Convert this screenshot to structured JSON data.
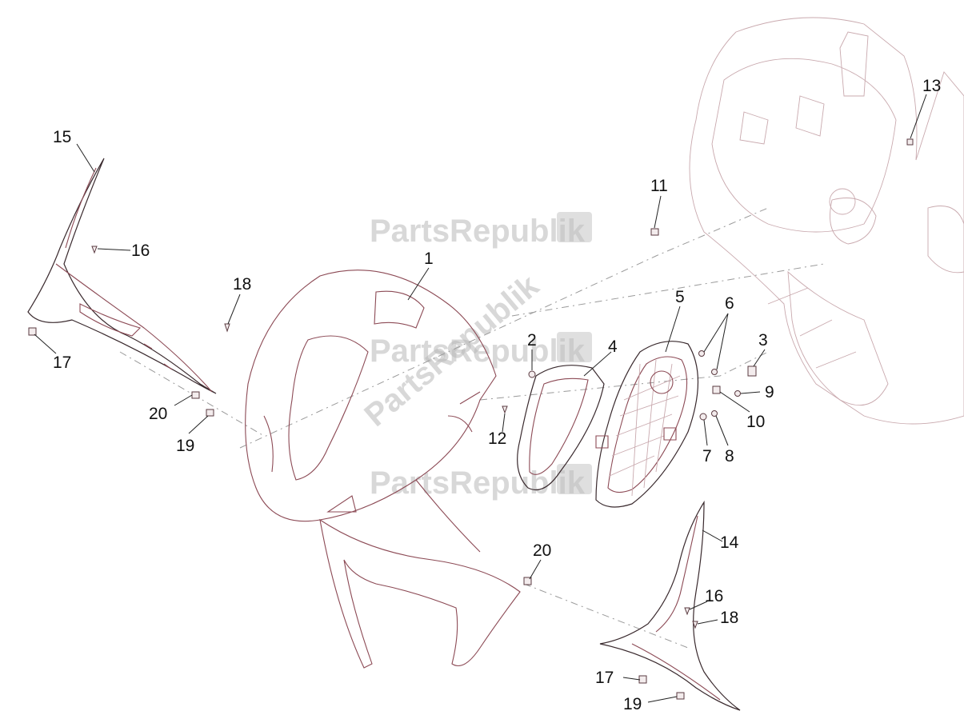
{
  "diagram": {
    "watermark_text": "PartsRepublik",
    "callouts": [
      "1",
      "2",
      "3",
      "4",
      "5",
      "6",
      "7",
      "8",
      "9",
      "10",
      "11",
      "12",
      "13",
      "14",
      "15",
      "16",
      "16",
      "17",
      "17",
      "18",
      "18",
      "19",
      "19",
      "20",
      "20"
    ]
  }
}
